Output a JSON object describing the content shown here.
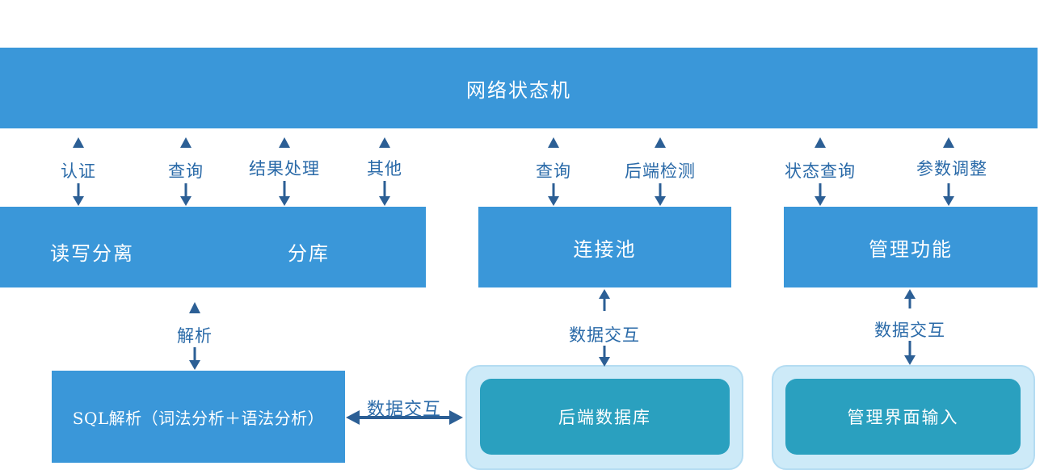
{
  "top_bar": {
    "label": "网络状态机"
  },
  "group1": {
    "left_label": "读写分离",
    "right_label": "分库",
    "links": [
      "认证",
      "查询",
      "结果处理",
      "其他"
    ]
  },
  "group2": {
    "label": "连接池",
    "links": [
      "查询",
      "后端检测"
    ]
  },
  "group3": {
    "label": "管理功能",
    "links": [
      "状态查询",
      "参数调整"
    ]
  },
  "parse_link": "解析",
  "sql_box": {
    "label": "SQL解析（词法分析＋语法分析）"
  },
  "backend_db": {
    "label": "后端数据库"
  },
  "admin_ui": {
    "label": "管理界面输入"
  },
  "exchange": {
    "sql_to_db": "数据交互",
    "pool_to_db": "数据交互",
    "admin_to_ui": "数据交互"
  },
  "colors": {
    "box_blue": "#3a97d9",
    "teal": "#2aa0bf",
    "arrow": "#2c5f95",
    "text_blue": "#2a6aa8",
    "light_panel": "#cdeaf8"
  }
}
